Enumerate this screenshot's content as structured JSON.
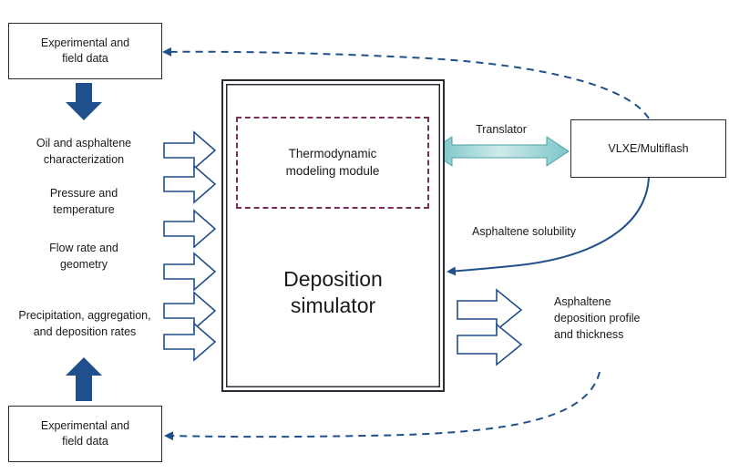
{
  "experimental_top": "Experimental and\nfield data",
  "experimental_bottom": "Experimental and\nfield data",
  "inputs": [
    "Oil and asphaltene\ncharacterization",
    "Pressure and\ntemperature",
    "Flow rate and\ngeometry",
    "Precipitation, aggregation,\nand deposition rates"
  ],
  "thermo_module": "Thermodynamic\nmodeling module",
  "simulator_title": "Deposition\nsimulator",
  "translator_label": "Translator",
  "vlxe_box": "VLXE/Multiflash",
  "solubility_label": "Asphaltene solubility",
  "output_label": "Asphaltene\ndeposition profile\nand thickness",
  "colors": {
    "arrow_blue": "#1f4f8c",
    "dashed_purple": "#7a2e55",
    "teal": "#5fb0b3"
  }
}
